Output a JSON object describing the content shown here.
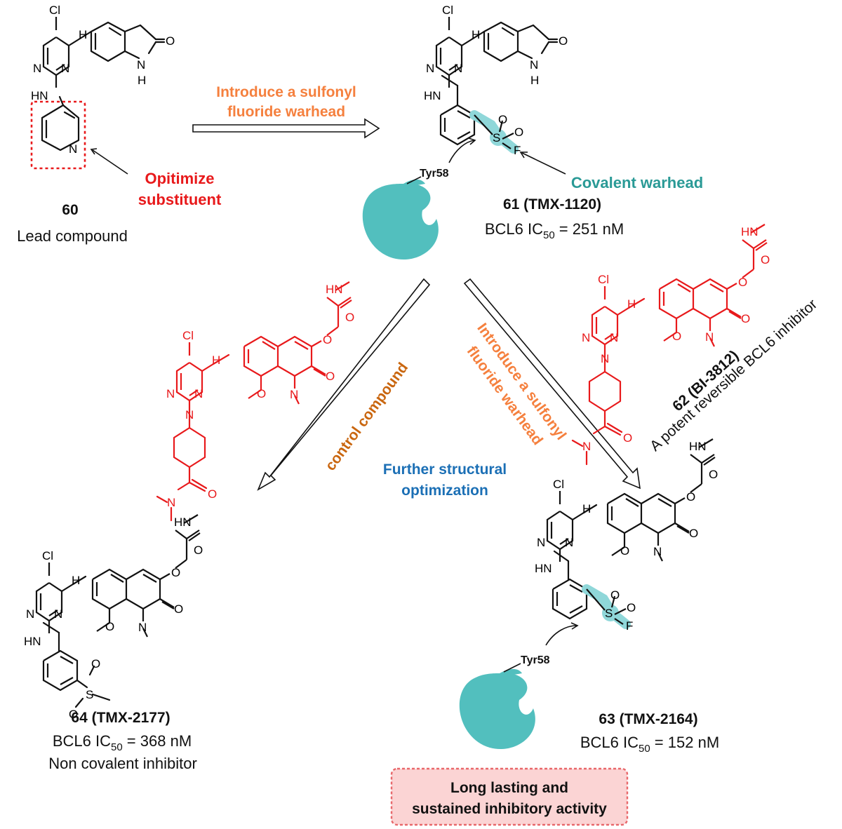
{
  "colors": {
    "black": "#111111",
    "red": "#e8191b",
    "orange": "#f5803e",
    "teal": "#2a9a96",
    "protein": "#52bfbe",
    "blue": "#1b6fb5",
    "brown": "#c9660f",
    "pink_fill": "#fbd4d4",
    "pink_border": "#e8686b"
  },
  "atoms": {
    "cl": "Cl",
    "h": "H",
    "n": "N",
    "nh": "NH",
    "hn": "HN",
    "o": "O",
    "s": "S",
    "f": "F"
  },
  "compound_60": {
    "number": "60",
    "desc": "Lead compound"
  },
  "compound_61": {
    "name": "61 (TMX-1120)",
    "ic50_prefix": "BCL6 IC",
    "ic50_sub": "50",
    "ic50_value": " = 251 nM"
  },
  "compound_62": {
    "name": "62 (BI-3812)",
    "desc": "A potent reversible BCL6 inhibitor"
  },
  "compound_63": {
    "name": "63 (TMX-2164)",
    "ic50_prefix": "BCL6 IC",
    "ic50_sub": "50",
    "ic50_value": " = 152 nM"
  },
  "compound_64": {
    "name": "64 (TMX-2177)",
    "ic50_prefix": "BCL6 IC",
    "ic50_sub": "50",
    "ic50_value": " = 368 nM",
    "desc": "Non covalent inhibitor"
  },
  "labels": {
    "introduce_top_line1": "Introduce a sulfonyl",
    "introduce_top_line2": "fluoride warhead",
    "optimize_line1": "Opitimize",
    "optimize_line2": "substituent",
    "covalent_warhead": "Covalent warhead",
    "tyr58": "Tyr58",
    "control_compound": "control compound",
    "introduce_diag_line1": "Introduce a sulfonyl",
    "introduce_diag_line2": "fluoride warhead",
    "further_line1": "Further structural",
    "further_line2": "optimization",
    "long_lasting_line1": "Long lasting and",
    "long_lasting_line2": "sustained inhibitory activity"
  }
}
